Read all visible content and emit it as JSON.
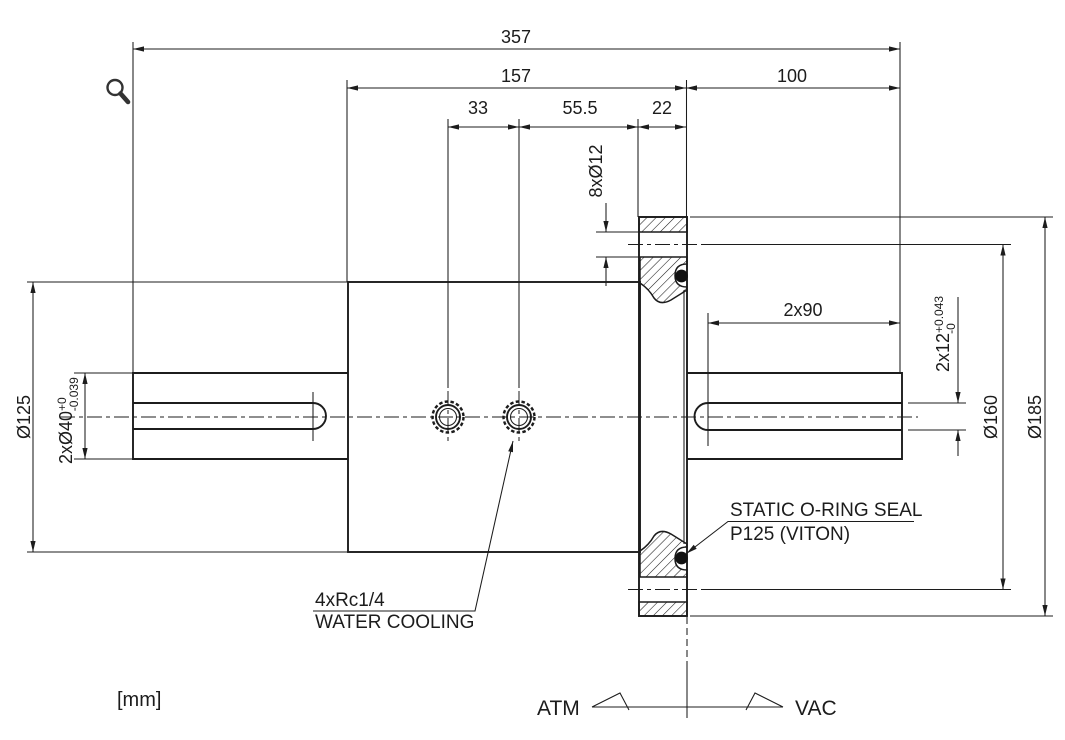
{
  "drawing": {
    "units_label": "[mm]",
    "dims": {
      "overall_length": "357",
      "housing_length": "157",
      "shaft_extension": "100",
      "port_spacing": "33",
      "port_to_flange": "55.5",
      "flange_thickness": "22",
      "bolt_holes": "8xØ12",
      "keyway_length": "2x90",
      "keyway_width": {
        "nominal": "2x12",
        "tol_upper": "+0.043",
        "tol_lower": "-0"
      },
      "shaft_diameter": {
        "nominal": "2xØ40",
        "tol_upper": "+0",
        "tol_lower": "-0.039"
      },
      "bolt_circle_diameter": "Ø160",
      "flange_diameter": "Ø185",
      "housing_diameter": "Ø125"
    },
    "callouts": {
      "oring_seal": {
        "line1": "STATIC O-RING SEAL",
        "line2": "P125  (VITON)"
      },
      "water_cooling": {
        "line1": "4xRc1/4",
        "line2": "WATER COOLING"
      }
    },
    "sides": {
      "atmosphere": "ATM",
      "vacuum": "VAC"
    },
    "colors": {
      "line": "#1c1c1c",
      "background": "#ffffff"
    }
  }
}
